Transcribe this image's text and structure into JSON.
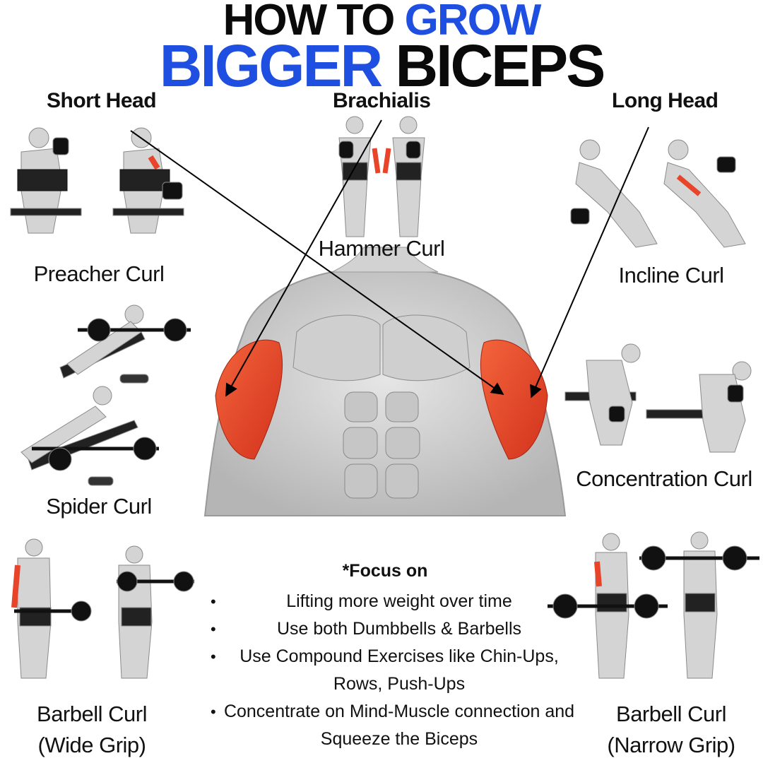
{
  "title": {
    "line1_part1": "HOW TO",
    "line1_part2": "GROW",
    "line2_part1": "BIGGER",
    "line2_part2": "BICEPS"
  },
  "muscle_heads": {
    "short_head": "Short Head",
    "brachialis": "Brachialis",
    "long_head": "Long Head"
  },
  "exercises": {
    "preacher_curl": "Preacher Curl",
    "hammer_curl": "Hammer Curl",
    "incline_curl": "Incline Curl",
    "spider_curl": "Spider Curl",
    "concentration_curl": "Concentration Curl",
    "barbell_curl_wide_line1": "Barbell Curl",
    "barbell_curl_wide_line2": "(Wide Grip)",
    "barbell_curl_narrow_line1": "Barbell Curl",
    "barbell_curl_narrow_line2": "(Narrow Grip)"
  },
  "focus": {
    "title": "*Focus on",
    "bullets": [
      "Lifting more weight over time",
      "Use both Dumbbells & Barbells",
      "Use Compound Exercises like Chin-Ups, Rows, Push-Ups",
      "Concentrate on Mind-Muscle connection and Squeeze the Biceps"
    ]
  },
  "colors": {
    "accent_blue": "#1f4fe0",
    "muscle_red": "#e8442a",
    "figure_gray": "#c9c9c9"
  }
}
